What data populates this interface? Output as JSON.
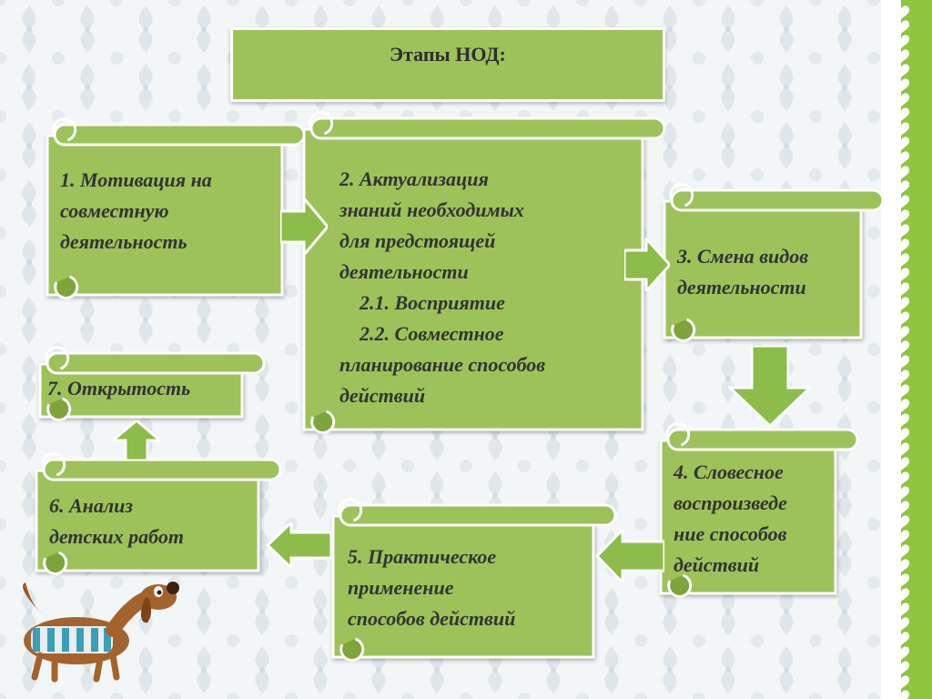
{
  "title": "Этапы НОД:",
  "colors": {
    "card": "#9dc25a",
    "card_dark": "#7ea43c",
    "arrow": "#8cbc4a",
    "background": "#f3f6f7",
    "stripe": "#8dc63f"
  },
  "steps": {
    "s1": [
      "1. Мотивация на",
      "совместную",
      "деятельность"
    ],
    "s2": [
      "2. Актуализация",
      "знаний необходимых",
      "для предстоящей",
      "деятельности",
      "   2.1. Восприятие",
      "   2.2. Совместное",
      "планирование способов",
      "действий"
    ],
    "s3": [
      "3. Смена видов",
      "деятельности"
    ],
    "s4": [
      "4. Словесное",
      "воспроизведе",
      "ние способов",
      "действий"
    ],
    "s5": [
      "5. Практическое",
      "применение",
      "способов действий"
    ],
    "s6": [
      "6. Анализ",
      "детских работ"
    ],
    "s7": [
      "7. Открытость"
    ]
  },
  "icons": {
    "decoration": "dachshund-dog-icon",
    "side_stripe": "heart-border"
  }
}
